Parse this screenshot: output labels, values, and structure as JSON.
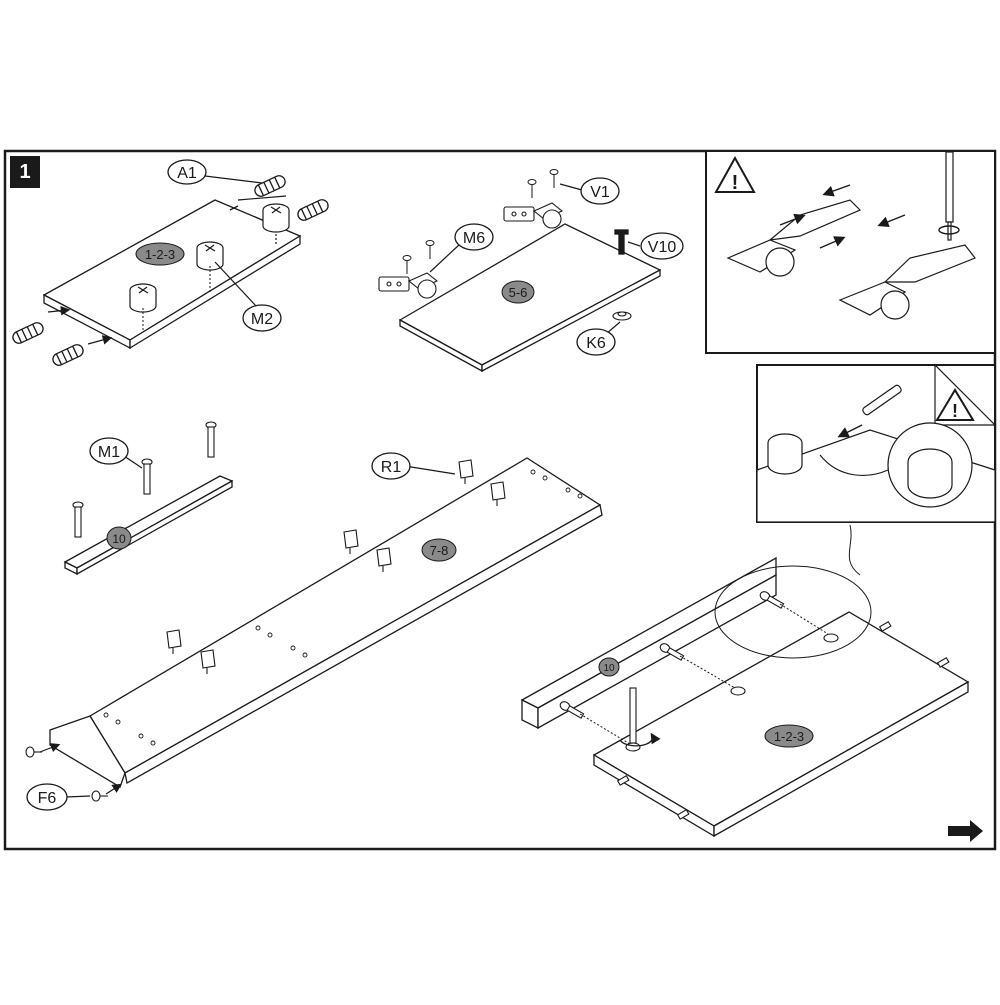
{
  "step": {
    "number": "1"
  },
  "labels": {
    "a1": "A1",
    "m2": "M2",
    "m6": "M6",
    "v1": "V1",
    "v10": "V10",
    "k6": "K6",
    "m1": "M1",
    "r1": "R1",
    "f6": "F6"
  },
  "panel_tags": {
    "panel_123_top": "1-2-3",
    "panel_56": "5-6",
    "rail_10_left": "10",
    "panel_78": "7-8",
    "rail_10_right": "10",
    "panel_123_bottom": "1-2-3"
  },
  "icons": {
    "warning": "warning-triangle-icon",
    "next": "next-arrow-icon"
  },
  "colors": {
    "ink": "#1a1a1a",
    "tag_fill": "#8a8a8a",
    "paper": "#ffffff"
  }
}
